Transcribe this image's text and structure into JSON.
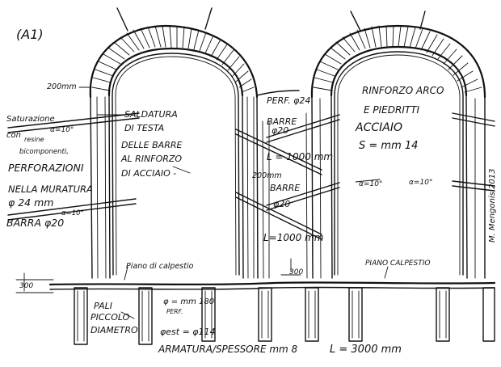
{
  "title": "(A1)",
  "labels": {
    "dim_200mm_top": "200mm",
    "saturazione_line1": "Saturazione",
    "saturazione_line2": "con",
    "saturazione_line3": "resine",
    "saturazione_line4": "bicomponenti,",
    "alpha_left_top": "α=10°",
    "perforazioni": "PERFORAZIONI",
    "nella_muratura": "NELLA MURATURA",
    "phi24": "φ 24 mm",
    "barra_phi20": "BARRA φ20",
    "alpha_left_bottom": "α=10°",
    "saldatura_1": "SALDATURA",
    "saldatura_2": "DI TESTA",
    "saldatura_3": "DELLE BARRE",
    "saldatura_4": "AL RINFORZO",
    "saldatura_5": "DI ACCIAIO -",
    "perf_24": "PERF. φ24",
    "barre_20_top_1": "BARRE",
    "barre_20_top_2": "φ20",
    "l1000_top": "L = 1000 mm",
    "dim_200mm_mid": "200mm",
    "barre_20_bottom_1": "BARRE",
    "barre_20_bottom_2": "φ20",
    "l1000_bottom": "L=1000 mm",
    "rinforzo_1": "RINFORZO ARCO",
    "rinforzo_2": "E PIEDRITTI",
    "rinforzo_3": "ACCIAIO",
    "rinforzo_4": "S = mm 14",
    "alpha_right_1": "α=10°",
    "alpha_right_2": "α=10°",
    "signature": "M. Mengonis 2013",
    "dim_300_right": "300",
    "piano_calpestio_left": "Piano di calpestio",
    "piano_calpestio_right": "PIANO CALPESTIO",
    "dim_300_left": "300",
    "pali_1": "PALI",
    "pali_2": "PICCOLO",
    "pali_3": "DIAMETRO",
    "phi_mm180": "φ = mm 180",
    "perf_label": "PERF.",
    "phi_est": "φest = φ114",
    "armatura": "ARMATURA/SPESSORE mm 8",
    "l3000": "L = 3000 mm"
  }
}
